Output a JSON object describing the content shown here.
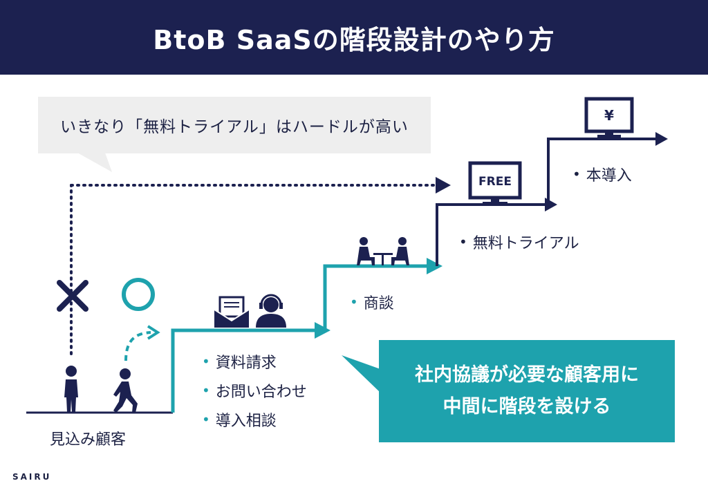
{
  "header": {
    "title": "BtoB SaaSの階段設計のやり方"
  },
  "speech_bubble": {
    "text": "いきなり「無料トライアル」はハードルが高い"
  },
  "prospect": {
    "label": "見込み顧客"
  },
  "steps": {
    "step1": [
      "資料請求",
      "お問い合わせ",
      "導入相談"
    ],
    "step2": [
      "商談"
    ],
    "step3": [
      "無料トライアル"
    ],
    "step4": [
      "本導入"
    ]
  },
  "monitors": {
    "free_label": "FREE",
    "yen_label": "¥"
  },
  "callout": {
    "line1": "社内協議が必要な顧客用に",
    "line2": "中間に階段を設ける"
  },
  "logo": {
    "text": "SAIRU"
  },
  "colors": {
    "navy": "#1c2150",
    "teal": "#1ea2ad",
    "bubble": "#eeeeee"
  }
}
